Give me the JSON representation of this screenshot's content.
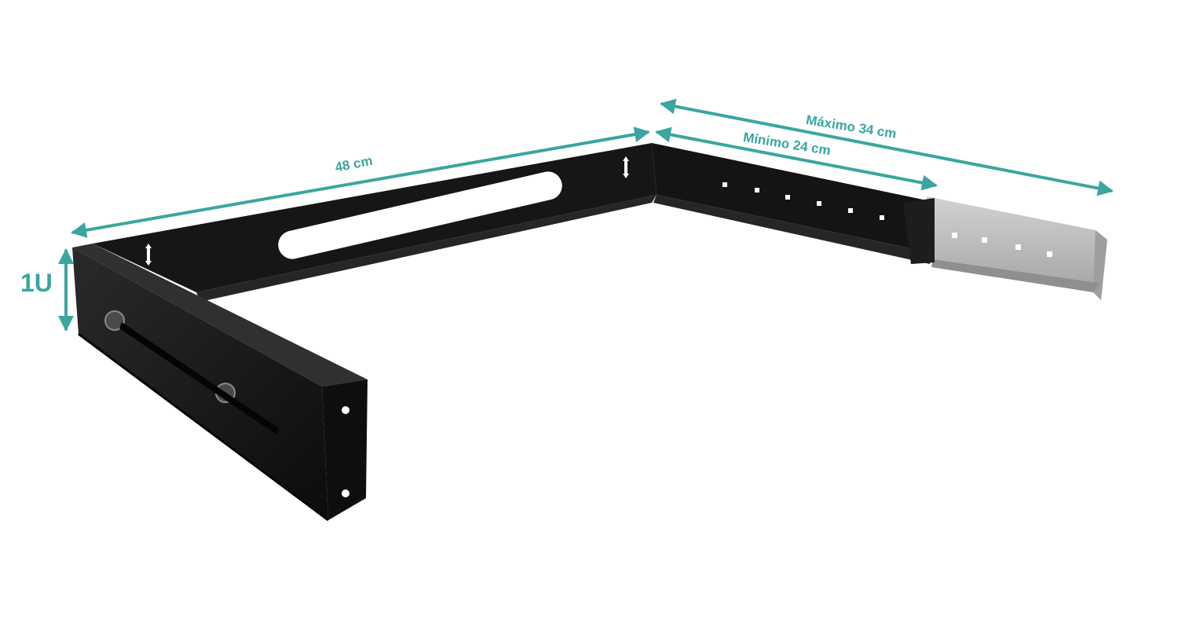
{
  "image": {
    "subject": "U-shaped rack wall-mount bracket",
    "colors": {
      "annotation": "#3aa6a0",
      "bracket": "#151515",
      "extension_ghost": "#b9b9b9",
      "background": "#ffffff"
    }
  },
  "dimensions": {
    "height_label": "1U",
    "width_label": "48 cm",
    "depth_min_label": "Mínimo 24 cm",
    "depth_max_label": "Máximo 34 cm"
  }
}
